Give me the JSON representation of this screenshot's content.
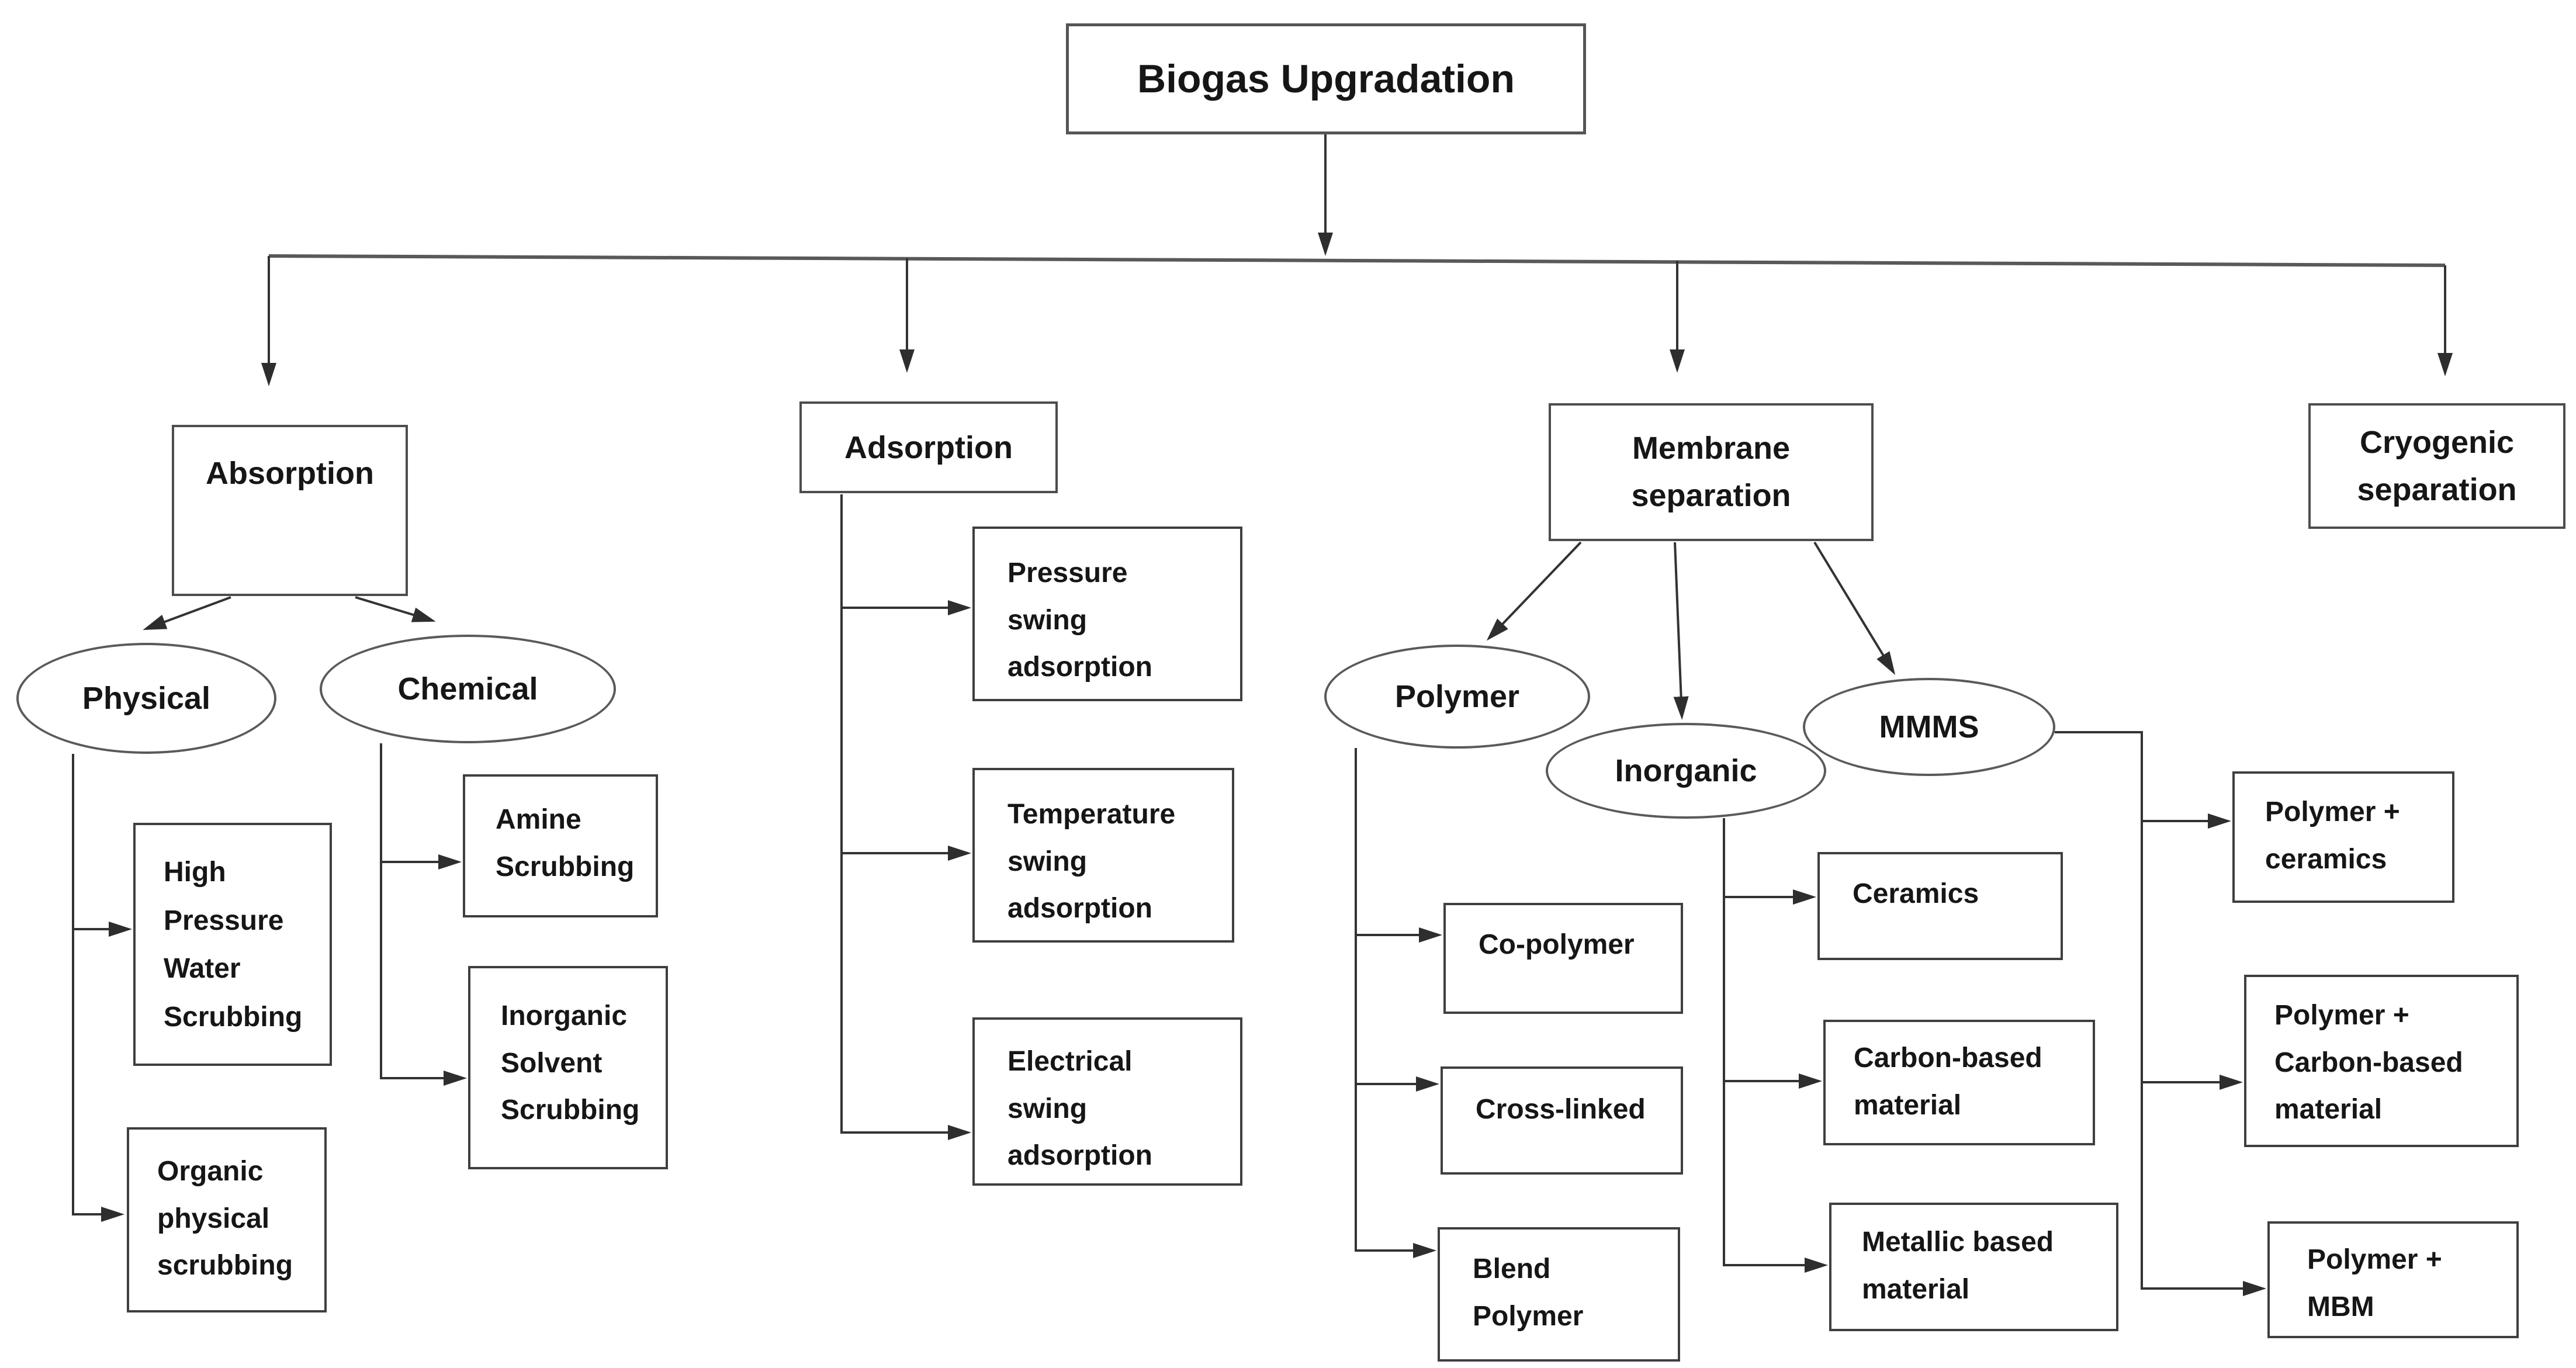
{
  "diagram": {
    "title": "Biogas Upgradation",
    "type": "flowchart",
    "nodes": {
      "title": "Biogas Upgradation",
      "absorption": "Absorption",
      "adsorption": "Adsorption",
      "membrane": "Membrane\nseparation",
      "cryogenic": "Cryogenic\nseparation",
      "physical": "Physical",
      "chemical": "Chemical",
      "hpws": "High\nPressure\nWater\nScrubbing",
      "organic": "Organic\nphysical\nscrubbing",
      "amine": "Amine\nScrubbing",
      "inorganic_solvent": "Inorganic\nSolvent\nScrubbing",
      "psa": "Pressure\nswing\nadsorption",
      "tsa": "Temperature\nswing\nadsorption",
      "esa": "Electrical\nswing\nadsorption",
      "polymer": "Polymer",
      "inorganic": "Inorganic",
      "mmms": "MMMS",
      "copolymer": "Co-polymer",
      "crosslinked": "Cross-linked",
      "blend_polymer": "Blend\nPolymer",
      "ceramics": "Ceramics",
      "carbon_based": "Carbon-based\nmaterial",
      "metallic_based": "Metallic based\nmaterial",
      "polymer_ceramics": "Polymer +\nceramics",
      "polymer_carbon": "Polymer +\nCarbon-based\nmaterial",
      "polymer_mbm": "Polymer +\nMBM"
    },
    "edges": [
      {
        "from": "title",
        "to": "absorption"
      },
      {
        "from": "title",
        "to": "adsorption"
      },
      {
        "from": "title",
        "to": "membrane"
      },
      {
        "from": "title",
        "to": "cryogenic"
      },
      {
        "from": "absorption",
        "to": "physical"
      },
      {
        "from": "absorption",
        "to": "chemical"
      },
      {
        "from": "physical",
        "to": "hpws"
      },
      {
        "from": "physical",
        "to": "organic"
      },
      {
        "from": "chemical",
        "to": "amine"
      },
      {
        "from": "chemical",
        "to": "inorganic_solvent"
      },
      {
        "from": "adsorption",
        "to": "psa"
      },
      {
        "from": "adsorption",
        "to": "tsa"
      },
      {
        "from": "adsorption",
        "to": "esa"
      },
      {
        "from": "membrane",
        "to": "polymer"
      },
      {
        "from": "membrane",
        "to": "inorganic"
      },
      {
        "from": "membrane",
        "to": "mmms"
      },
      {
        "from": "polymer",
        "to": "copolymer"
      },
      {
        "from": "polymer",
        "to": "crosslinked"
      },
      {
        "from": "polymer",
        "to": "blend_polymer"
      },
      {
        "from": "inorganic",
        "to": "ceramics"
      },
      {
        "from": "inorganic",
        "to": "carbon_based"
      },
      {
        "from": "inorganic",
        "to": "metallic_based"
      },
      {
        "from": "mmms",
        "to": "polymer_ceramics"
      },
      {
        "from": "mmms",
        "to": "polymer_carbon"
      },
      {
        "from": "mmms",
        "to": "polymer_mbm"
      }
    ],
    "colors": {
      "background": "#ffffff",
      "line": "#333333",
      "distributor_line": "#595959",
      "box_border": "#4d4d4d",
      "text": "#161616"
    }
  }
}
